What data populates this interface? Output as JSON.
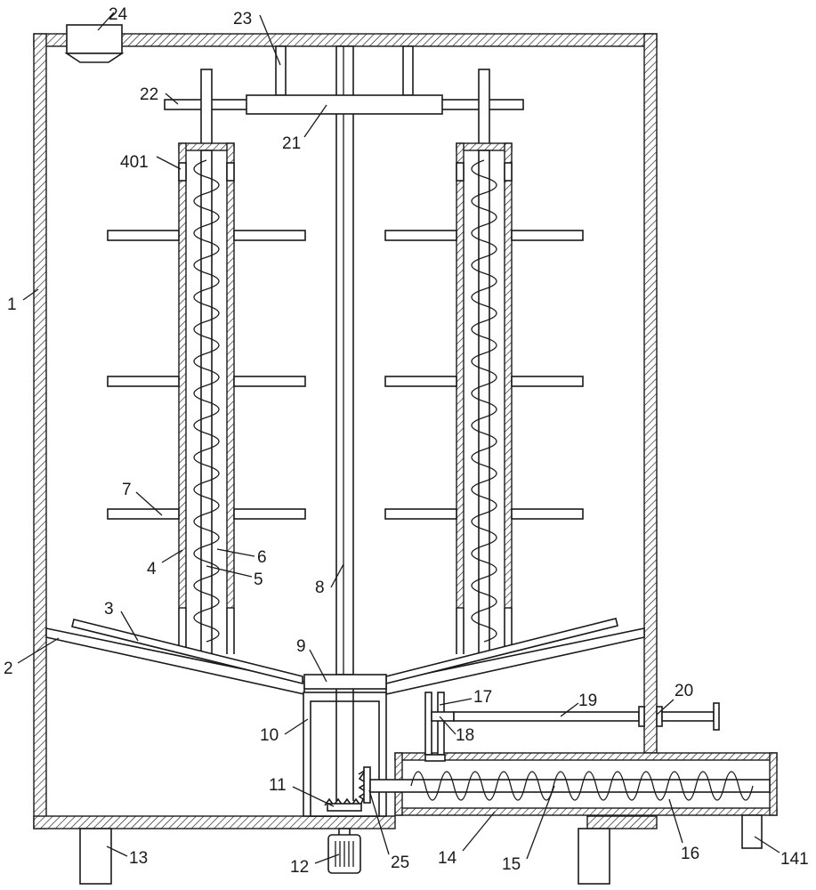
{
  "labels": {
    "l1": "1",
    "l2": "2",
    "l3": "3",
    "l4": "4",
    "l401": "401",
    "l5": "5",
    "l6": "6",
    "l7": "7",
    "l8": "8",
    "l9": "9",
    "l10": "10",
    "l11": "11",
    "l12": "12",
    "l13": "13",
    "l14": "14",
    "l141": "141",
    "l15": "15",
    "l16": "16",
    "l17": "17",
    "l18": "18",
    "l19": "19",
    "l20": "20",
    "l21": "21",
    "l22": "22",
    "l23": "23",
    "l24": "24",
    "l25": "25"
  }
}
